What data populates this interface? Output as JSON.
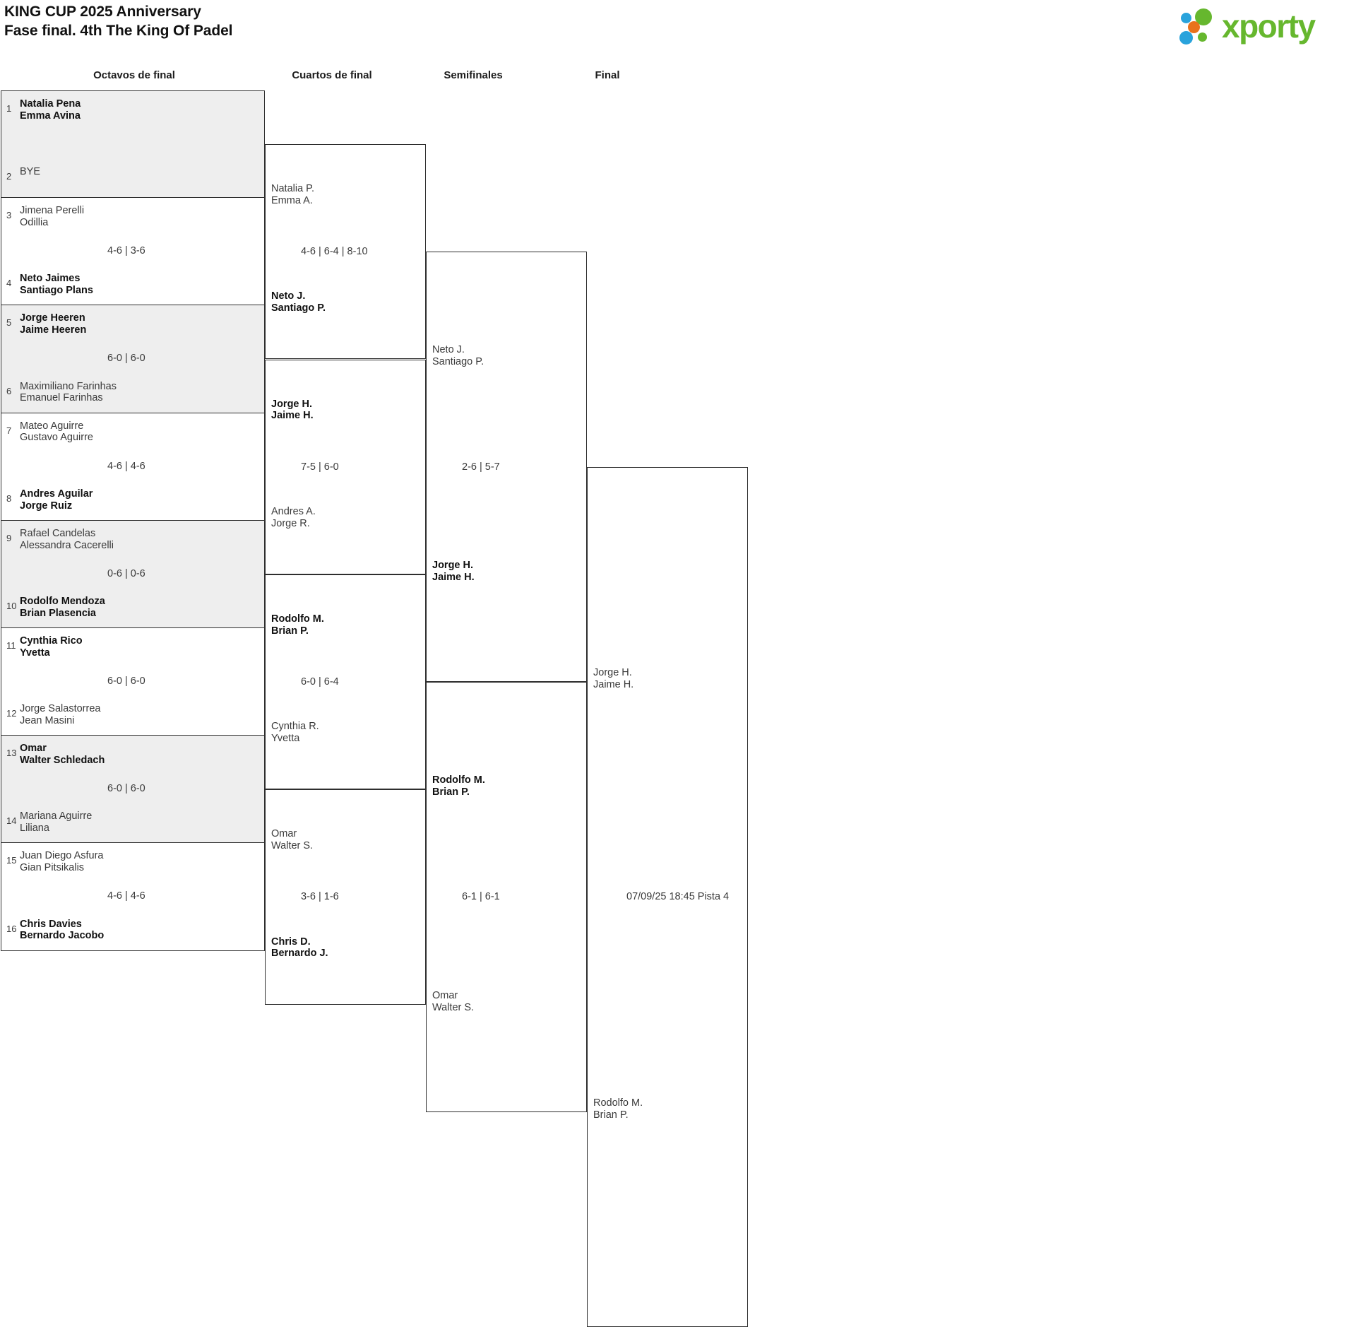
{
  "header": {
    "title_line1": "KING CUP 2025 Anniversary",
    "title_line2": "Fase final. 4th The King Of Padel",
    "logo_text": "xporty",
    "logo_colors": {
      "green": "#66b72e",
      "blue": "#29a3dc",
      "orange": "#e8721c"
    }
  },
  "rounds": [
    {
      "label": "Octavos de final"
    },
    {
      "label": "Cuartos de final"
    },
    {
      "label": "Semifinales"
    },
    {
      "label": "Final"
    }
  ],
  "round1": [
    {
      "shaded": true,
      "top": {
        "seed": "1",
        "line1": "Natalia Pena",
        "line2": "Emma Avina",
        "winner": true
      },
      "bottom": {
        "seed": "2",
        "line1": "BYE",
        "line2": "",
        "winner": false
      },
      "score": ""
    },
    {
      "shaded": false,
      "top": {
        "seed": "3",
        "line1": "Jimena Perelli",
        "line2": "Odillia",
        "winner": false
      },
      "bottom": {
        "seed": "4",
        "line1": "Neto Jaimes",
        "line2": "Santiago Plans",
        "winner": true
      },
      "score": "4-6 | 3-6"
    },
    {
      "shaded": true,
      "top": {
        "seed": "5",
        "line1": "Jorge Heeren",
        "line2": "Jaime Heeren",
        "winner": true
      },
      "bottom": {
        "seed": "6",
        "line1": "Maximiliano Farinhas",
        "line2": "Emanuel Farinhas",
        "winner": false
      },
      "score": "6-0 | 6-0"
    },
    {
      "shaded": false,
      "top": {
        "seed": "7",
        "line1": "Mateo Aguirre",
        "line2": "Gustavo Aguirre",
        "winner": false
      },
      "bottom": {
        "seed": "8",
        "line1": "Andres Aguilar",
        "line2": "Jorge Ruiz",
        "winner": true
      },
      "score": "4-6 | 4-6"
    },
    {
      "shaded": true,
      "top": {
        "seed": "9",
        "line1": "Rafael Candelas",
        "line2": "Alessandra Cacerelli",
        "winner": false
      },
      "bottom": {
        "seed": "10",
        "line1": "Rodolfo Mendoza",
        "line2": "Brian Plasencia",
        "winner": true
      },
      "score": "0-6 | 0-6"
    },
    {
      "shaded": false,
      "top": {
        "seed": "11",
        "line1": "Cynthia Rico",
        "line2": "Yvetta",
        "winner": true
      },
      "bottom": {
        "seed": "12",
        "line1": "Jorge Salastorrea",
        "line2": "Jean Masini",
        "winner": false
      },
      "score": "6-0 | 6-0"
    },
    {
      "shaded": true,
      "top": {
        "seed": "13",
        "line1": "Omar",
        "line2": "Walter Schledach",
        "winner": true
      },
      "bottom": {
        "seed": "14",
        "line1": "Mariana Aguirre",
        "line2": "Liliana",
        "winner": false
      },
      "score": "6-0 | 6-0"
    },
    {
      "shaded": false,
      "top": {
        "seed": "15",
        "line1": "Juan Diego Asfura",
        "line2": "Gian Pitsikalis",
        "winner": false
      },
      "bottom": {
        "seed": "16",
        "line1": "Chris Davies",
        "line2": "Bernardo Jacobo",
        "winner": true
      },
      "score": "4-6 | 4-6"
    }
  ],
  "round2": [
    {
      "top": {
        "line1": "Natalia P.",
        "line2": "Emma A.",
        "winner": false
      },
      "bottom": {
        "line1": "Neto J.",
        "line2": "Santiago P.",
        "winner": true
      },
      "score": "4-6 | 6-4 | 8-10"
    },
    {
      "top": {
        "line1": "Jorge H.",
        "line2": "Jaime H.",
        "winner": true
      },
      "bottom": {
        "line1": "Andres A.",
        "line2": "Jorge R.",
        "winner": false
      },
      "score": "7-5 | 6-0"
    },
    {
      "top": {
        "line1": "Rodolfo M.",
        "line2": "Brian P.",
        "winner": true
      },
      "bottom": {
        "line1": "Cynthia R.",
        "line2": "Yvetta",
        "winner": false
      },
      "score": "6-0 | 6-4"
    },
    {
      "top": {
        "line1": "Omar",
        "line2": "Walter S.",
        "winner": false
      },
      "bottom": {
        "line1": "Chris D.",
        "line2": "Bernardo J.",
        "winner": true
      },
      "score": "3-6 | 1-6"
    }
  ],
  "round3": [
    {
      "top": {
        "line1": "Neto J.",
        "line2": "Santiago P.",
        "winner": false
      },
      "bottom": {
        "line1": "Jorge H.",
        "line2": "Jaime H.",
        "winner": true
      },
      "score": "2-6 | 5-7"
    },
    {
      "top": {
        "line1": "Rodolfo M.",
        "line2": "Brian P.",
        "winner": true
      },
      "bottom": {
        "line1": "Omar",
        "line2": "Walter S.",
        "winner": false
      },
      "score": "6-1 | 6-1"
    }
  ],
  "round4": [
    {
      "top": {
        "line1": "Jorge H.",
        "line2": "Jaime H.",
        "winner": false
      },
      "bottom": {
        "line1": "Rodolfo M.",
        "line2": "Brian P.",
        "winner": false
      },
      "score": "07/09/25 18:45 Pista 4"
    }
  ]
}
